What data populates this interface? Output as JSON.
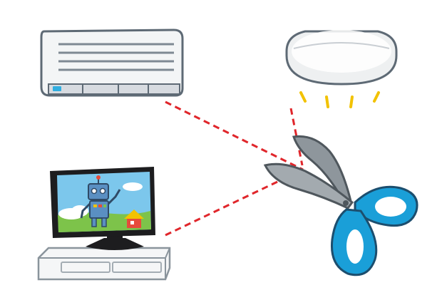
{
  "illustration": {
    "devices": [
      {
        "name": "air-conditioner",
        "icon": "air-conditioner-icon"
      },
      {
        "name": "ceiling-light",
        "icon": "ceiling-light-icon"
      },
      {
        "name": "television",
        "icon": "tv-icon",
        "screen_content": "robot-cartoon"
      }
    ],
    "center_object": {
      "name": "scissors",
      "icon": "scissors-icon",
      "handle_color": "#1a9fd8"
    },
    "connection_color": "#e0262b",
    "connection_style": "dashed",
    "light_ray_color": "#f2c200",
    "sky_color": "#7cc7ec",
    "grass_color": "#7dc34a"
  }
}
